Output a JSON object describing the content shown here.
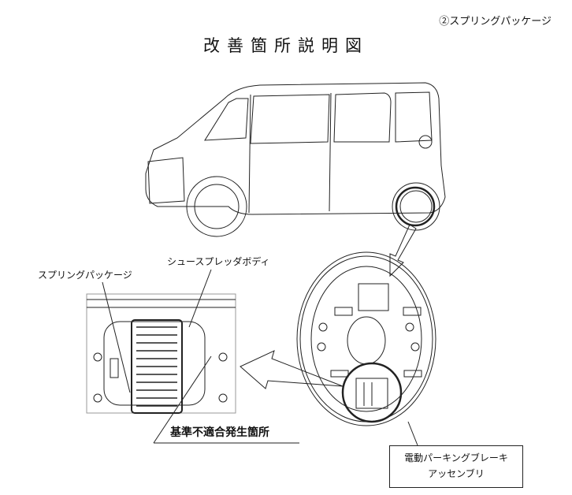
{
  "header": {
    "tag": "②スプリングパッケージ",
    "title": "改善箇所説明図"
  },
  "labels": {
    "spring_package": "スプリングパッケージ",
    "shoe_spreader_body": "シュースプレッダボディ",
    "defect_location": "基準不適合発生箇所",
    "epb_line1": "電動パーキングブレーキ",
    "epb_line2": "アッセンブリ"
  }
}
